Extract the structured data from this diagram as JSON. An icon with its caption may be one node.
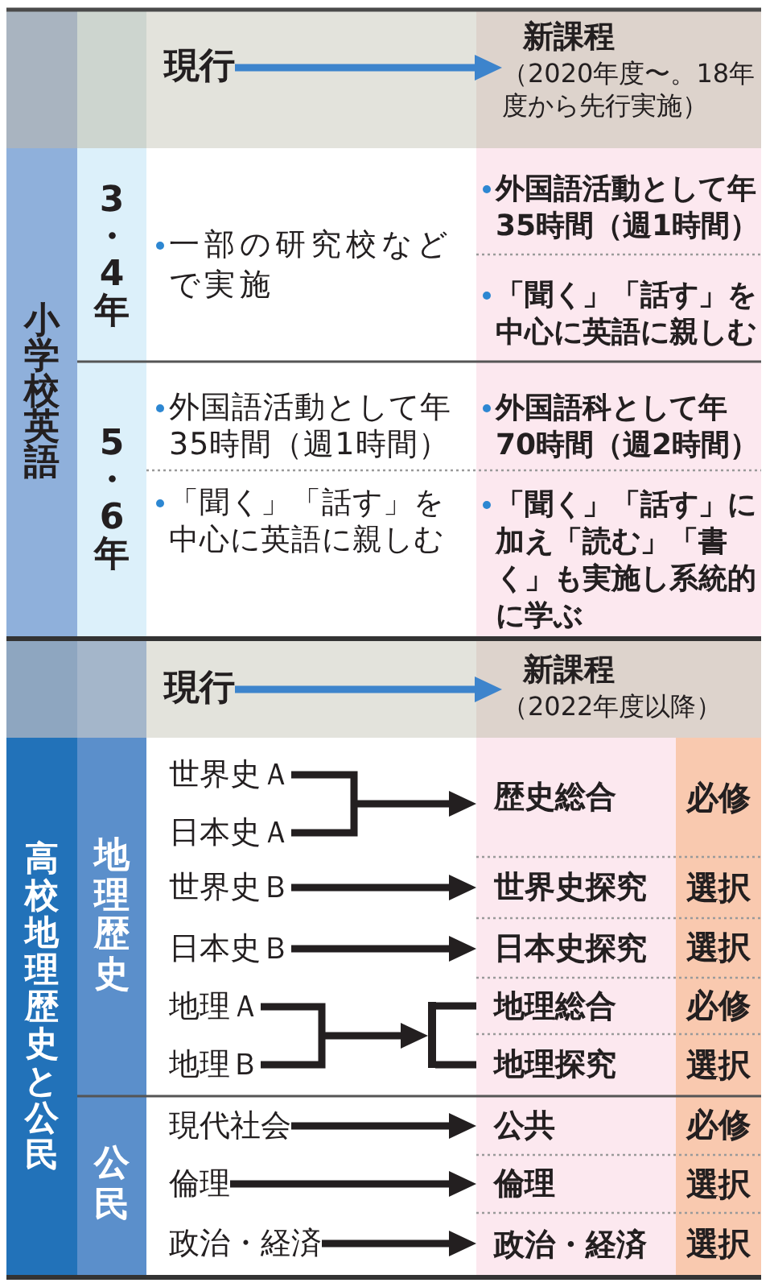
{
  "diagram": {
    "nodes": [
      {
        "text": [
          "現行"
        ]
      },
      {
        "text": [
          "新課程",
          "（2020年度〜。18年度から先行実施）"
        ]
      },
      {
        "text": [
          "小学校英語"
        ]
      },
      {
        "text": [
          "3・4年"
        ]
      },
      {
        "text": [
          "一部の研究校などで実施"
        ]
      },
      {
        "text": [
          "外国語活動として年35時間（週1時間）"
        ]
      },
      {
        "text": [
          "「聞く」「話す」を中心に英語に親しむ"
        ]
      },
      {
        "text": [
          "5・6年"
        ]
      },
      {
        "text": [
          "外国語活動として年35時間（週1時間）"
        ]
      },
      {
        "text": [
          "外国語科として年70時間（週2時間）"
        ]
      },
      {
        "text": [
          "「聞く」「話す」を中心に英語に親しむ"
        ]
      },
      {
        "text": [
          "「聞く」「話す」に加え「読む」「書く」も実施し系統的に学ぶ"
        ]
      },
      {
        "text": [
          "現行"
        ]
      },
      {
        "text": [
          "新課程",
          "（2022年度以降）"
        ]
      },
      {
        "text": [
          "高校地理歴史と公民"
        ]
      },
      {
        "text": [
          "地理歴史"
        ]
      },
      {
        "text": [
          "世界史Ａ"
        ]
      },
      {
        "text": [
          "日本史Ａ"
        ]
      },
      {
        "text": [
          "歴史総合"
        ]
      },
      {
        "text": [
          "必修"
        ]
      },
      {
        "text": [
          "世界史Ｂ"
        ]
      },
      {
        "text": [
          "世界史探究"
        ]
      },
      {
        "text": [
          "選択"
        ]
      },
      {
        "text": [
          "日本史Ｂ"
        ]
      },
      {
        "text": [
          "日本史探究"
        ]
      },
      {
        "text": [
          "選択"
        ]
      },
      {
        "text": [
          "地理Ａ"
        ]
      },
      {
        "text": [],
        "shape": "bar"
      },
      {
        "text": [
          "地理総合"
        ]
      },
      {
        "text": [
          "必修"
        ]
      },
      {
        "text": [
          "地理Ｂ"
        ]
      },
      {
        "text": [
          "地理探究"
        ]
      },
      {
        "text": [
          "選択"
        ]
      },
      {
        "text": [
          "公民"
        ]
      },
      {
        "text": [
          "現代社会"
        ]
      },
      {
        "text": [
          "公共"
        ]
      },
      {
        "text": [
          "必修"
        ]
      },
      {
        "text": [
          "倫理"
        ]
      },
      {
        "text": [
          "倫理"
        ]
      },
      {
        "text": [
          "選択"
        ]
      },
      {
        "text": [
          "政治・経済"
        ]
      },
      {
        "text": [
          "政治・経済"
        ]
      },
      {
        "text": [
          "選択"
        ]
      }
    ],
    "edges": [
      {
        "from": 0,
        "to": 1,
        "arrow": "to",
        "color": "#3d84cc"
      },
      {
        "from": 12,
        "to": 13,
        "arrow": "to",
        "color": "#3d84cc"
      },
      {
        "from": 16,
        "to": 18,
        "arrow": "to"
      },
      {
        "from": 17,
        "to": 18,
        "arrow": "to"
      },
      {
        "from": 20,
        "to": 21,
        "arrow": "to"
      },
      {
        "from": 23,
        "to": 24,
        "arrow": "to"
      },
      {
        "from": 26,
        "to": 27,
        "arrow": "to"
      },
      {
        "from": 30,
        "to": 27,
        "arrow": "to"
      },
      {
        "from": 27,
        "to": 28,
        "arrow": "none"
      },
      {
        "from": 27,
        "to": 31,
        "arrow": "none"
      },
      {
        "from": 34,
        "to": 35,
        "arrow": "to"
      },
      {
        "from": 37,
        "to": 38,
        "arrow": "to"
      },
      {
        "from": 40,
        "to": 41,
        "arrow": "to"
      }
    ]
  }
}
